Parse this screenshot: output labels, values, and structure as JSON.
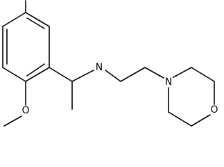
{
  "molecule": {
    "atom_labels": {
      "amine_n": "N",
      "ether_o": "O",
      "morpholine_n": "N",
      "morpholine_o": "O"
    },
    "colors": {
      "bond": "#000000",
      "label": "#000000",
      "background": "#ffffff"
    }
  }
}
